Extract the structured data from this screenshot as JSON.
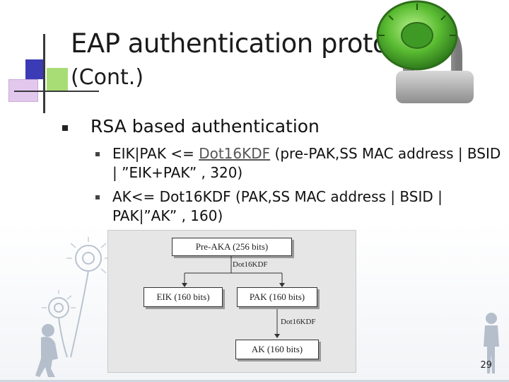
{
  "slide": {
    "title_line1": "EAP authentication protocol",
    "title_line2": "(Cont.)",
    "bullet": "RSA based authentication",
    "sub_bullets": [
      {
        "prefix": "EIK|PAK <= ",
        "link": "Dot16KDF",
        "suffix": " (pre-PAK,SS MAC address | BSID | ”EIK+PAK” , 320)"
      },
      {
        "text": "AK<= Dot16KDF (PAK,SS MAC address | BSID | PAK|”AK” , 160)"
      }
    ],
    "page_number": "29"
  },
  "figure": {
    "pre_aka": "Pre-AKA (256 bits)",
    "kdf_label_top": "Dot16KDF",
    "eik": "EIK (160 bits)",
    "pak": "PAK (160 bits)",
    "kdf_label_bottom": "Dot16KDF",
    "ak": "AK (160 bits)"
  },
  "colors": {
    "accent_blue": "#3b3bb5",
    "accent_pink": "#d9b8e6",
    "accent_green": "#9fd86a",
    "lock_green": "#4caf2f"
  },
  "icons": [
    "padlock-icon",
    "dandelion-icon",
    "child-silhouette-icon"
  ]
}
